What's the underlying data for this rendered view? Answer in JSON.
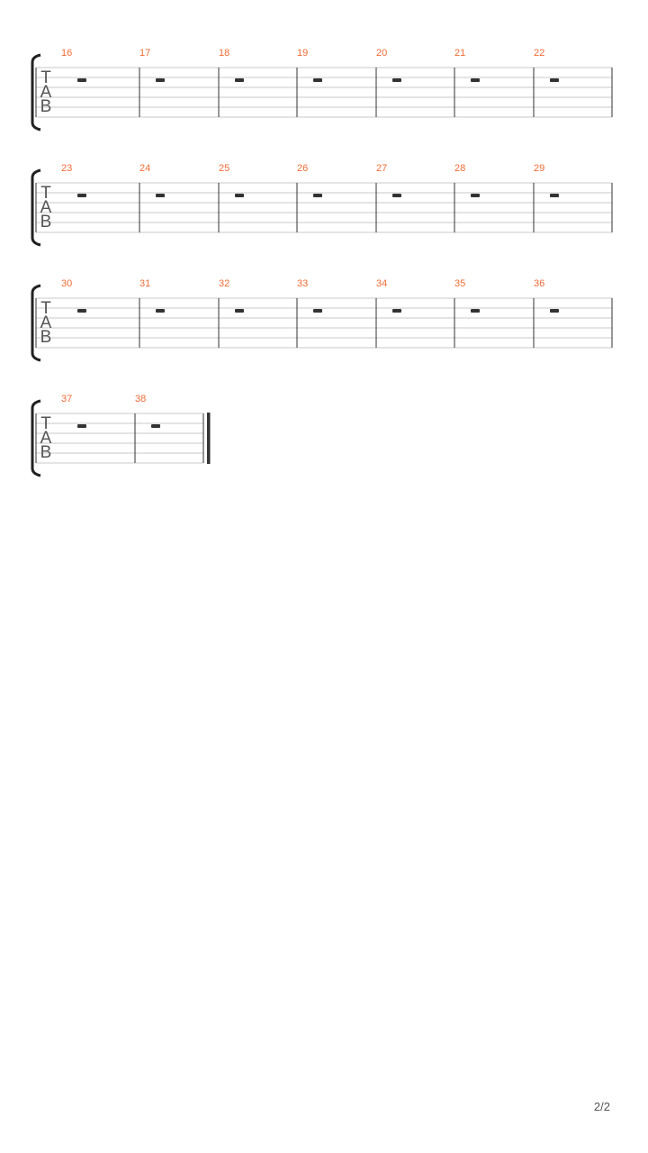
{
  "document": {
    "page_number": "2/2",
    "clef_letters": [
      "T",
      "A",
      "B"
    ],
    "colors": {
      "measure_number": "#f26b35",
      "staff_line": "#c8c8c8",
      "barline": "#333333",
      "rest": "#333333",
      "clef_text": "#555555",
      "bracket": "#222222"
    },
    "rest_type": "whole-rest",
    "systems": [
      {
        "measures": [
          "16",
          "17",
          "18",
          "19",
          "20",
          "21",
          "22"
        ],
        "final_barline": false
      },
      {
        "measures": [
          "23",
          "24",
          "25",
          "26",
          "27",
          "28",
          "29"
        ],
        "final_barline": false
      },
      {
        "measures": [
          "30",
          "31",
          "32",
          "33",
          "34",
          "35",
          "36"
        ],
        "final_barline": false
      },
      {
        "measures": [
          "37",
          "38"
        ],
        "final_barline": true
      }
    ]
  }
}
